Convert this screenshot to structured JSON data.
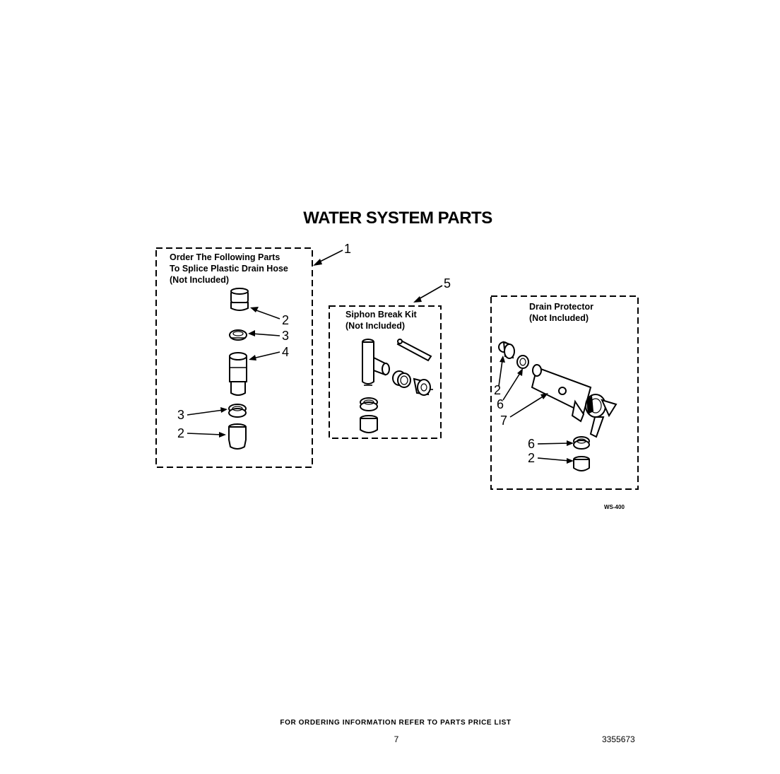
{
  "title": "WATER SYSTEM PARTS",
  "boxes": {
    "drain_hose": {
      "label_lines": [
        "Order The Following Parts",
        "To Splice Plastic Drain Hose",
        "(Not Included)"
      ],
      "callout": "1",
      "part_callouts": [
        "2",
        "3",
        "4",
        "3",
        "2"
      ]
    },
    "siphon": {
      "label_lines": [
        "Siphon Break Kit",
        "(Not Included)"
      ],
      "callout": "5"
    },
    "drain_protector": {
      "label_lines": [
        "Drain Protector",
        "(Not Included)"
      ],
      "part_callouts": [
        "2",
        "6",
        "7",
        "6",
        "2"
      ]
    }
  },
  "diagram_code": "WS-400",
  "footer": {
    "ordering_note": "FOR ORDERING INFORMATION REFER TO PARTS PRICE LIST",
    "page_number": "7",
    "part_number": "3355673"
  }
}
